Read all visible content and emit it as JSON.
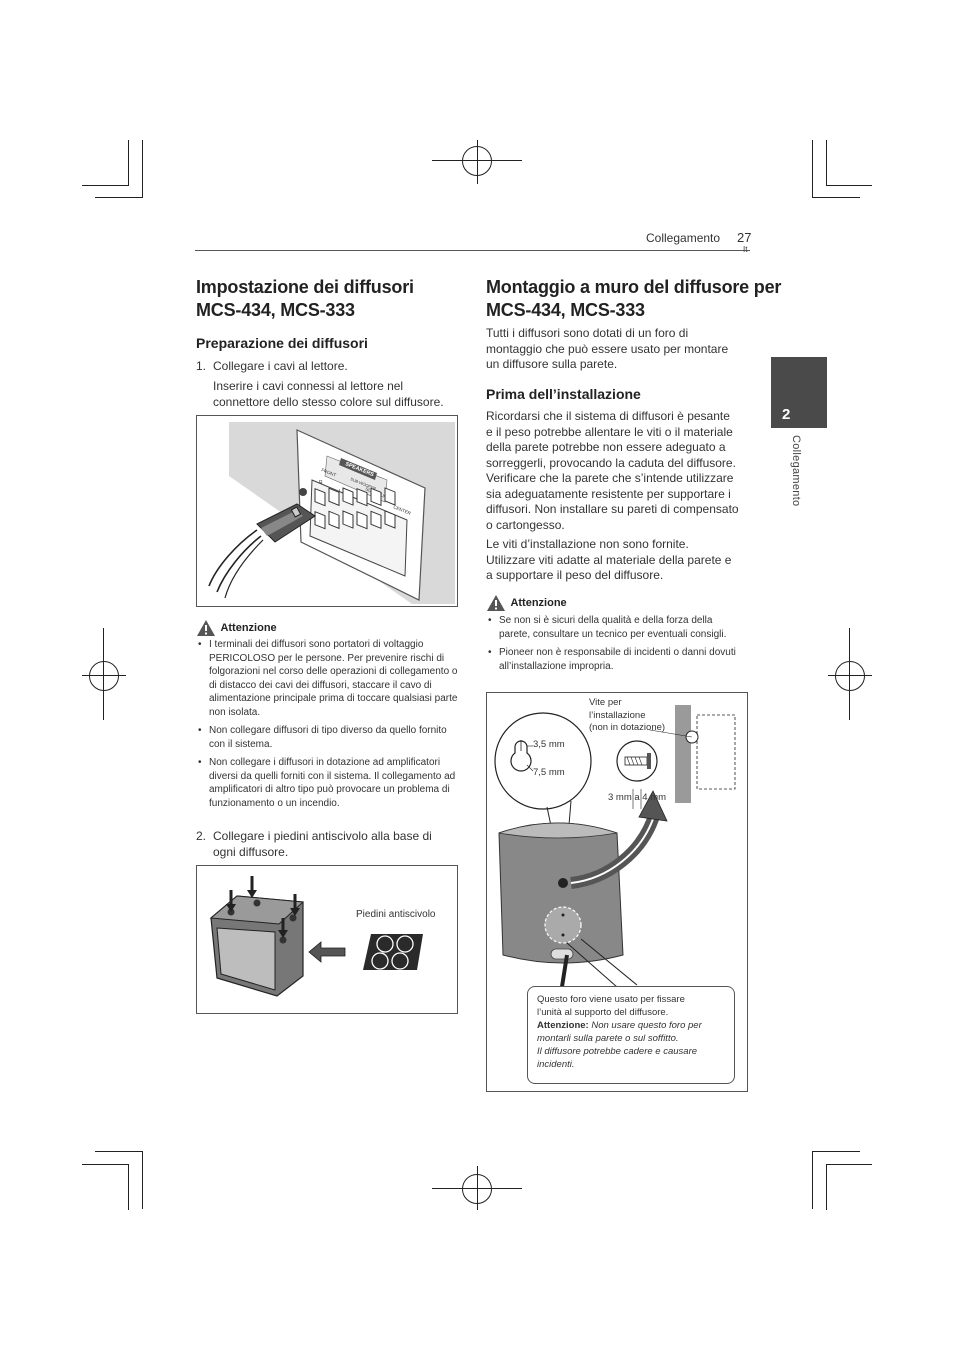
{
  "header": {
    "section": "Collegamento",
    "page_number": "27",
    "lang": "It"
  },
  "side_tab": {
    "number": "2",
    "label": "Collegamento"
  },
  "left": {
    "title_line1": "Impostazione dei diffusori",
    "title_line2": "MCS-434, MCS-333",
    "subtitle": "Preparazione dei diffusori",
    "step1_num": "1.",
    "step1": "Collegare i cavi al lettore.",
    "step1_detail_line1": "Inserire i cavi connessi al lettore nel",
    "step1_detail_line2": "connettore dello stesso colore sul diffusore.",
    "figure1_labels": {
      "speakers": "SPEAKERS",
      "front": "FRONT",
      "sub": "SUB WOOFER",
      "surround": "SURROUND",
      "center": "CENTER",
      "r1": "R",
      "l1": "L",
      "r2": "R",
      "l2": "L"
    },
    "caution_title": "Attenzione",
    "caution_items": [
      "I terminali dei diffusori sono portatori di voltaggio PERICOLOSO per le persone. Per prevenire rischi di folgorazioni nel corso delle operazioni di collegamento o di distacco dei cavi dei diffusori, staccare il cavo di alimentazione principale prima di toccare qualsiasi parte non isolata.",
      "Non collegare diffusori di tipo diverso da quello fornito con il sistema.",
      "Non collegare i diffusori in dotazione ad amplificatori diversi da quelli forniti con il sistema. Il collegamento ad amplificatori di altro tipo può provocare un problema di funzionamento o un incendio."
    ],
    "step2_num": "2.",
    "step2_line1": "Collegare i piedini antiscivolo alla base di",
    "step2_line2": "ogni diffusore.",
    "figure2_label": "Piedini antiscivolo"
  },
  "right": {
    "title_line1": "Montaggio a muro del diffusore per",
    "title_line2": "MCS-434, MCS-333",
    "intro_lines": [
      "Tutti i diffusori sono dotati di un foro di",
      "montaggio che può essere usato per montare",
      "un diffusore sulla parete."
    ],
    "subtitle": "Prima dell’installazione",
    "para1_lines": [
      "Ricordarsi che il sistema di diffusori è pesante",
      "e il peso potrebbe allentare le viti o il materiale",
      "della parete potrebbe non essere adeguato a",
      "sorreggerli, provocando la caduta del diffusore.",
      "Verificare che la parete che s’intende utilizzare",
      "sia adeguatamente resistente per supportare i",
      "diffusori. Non installare su pareti di compensato",
      "o cartongesso."
    ],
    "para2_lines": [
      "Le viti d’installazione non sono fornite.",
      "Utilizzare viti adatte al materiale della parete e",
      "a supportare il peso del diffusore."
    ],
    "caution_title": "Attenzione",
    "caution_items": [
      "Se non si è sicuri della qualità e della forza della parete, consultare un tecnico per eventuali consigli.",
      "Pioneer non è responsabile di incidenti o danni dovuti all’installazione impropria."
    ],
    "figure": {
      "screw_label_lines": [
        "Vite per",
        "l’installazione",
        "(non in dotazione)"
      ],
      "dim1": "3,5 mm",
      "dim2": "7,5 mm",
      "dim3": "3 mm a 4 mm",
      "note_line1": "Questo foro viene usato per fissare",
      "note_line2": "l’unità al supporto del diffusore.",
      "note_caution_label": "Attenzione:",
      "note_caution_text1": " Non usare questo foro per",
      "note_caution_text2": "montarli sulla parete o sul soffitto.",
      "note_caution_text3": "Il diffusore potrebbe cadere e causare",
      "note_caution_text4": "incidenti."
    }
  }
}
